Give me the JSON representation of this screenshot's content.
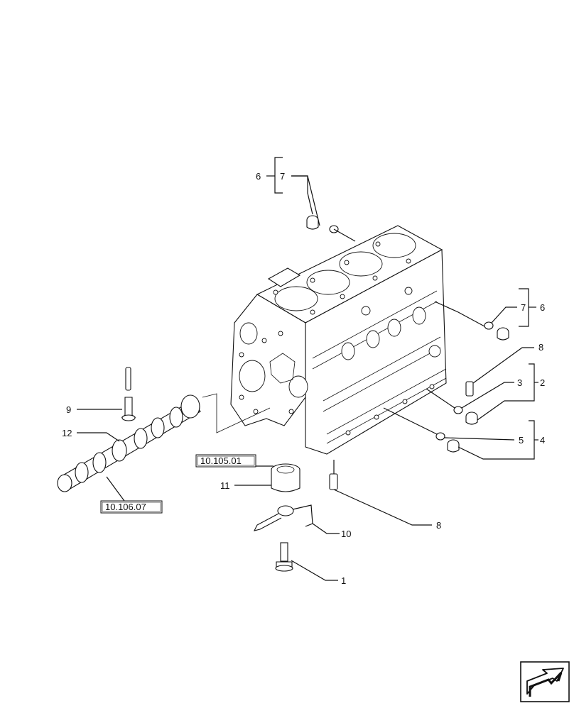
{
  "callouts": {
    "c1": "1",
    "c2": "2",
    "c3": "3",
    "c4": "4",
    "c5": "5",
    "c6_top": "6",
    "c7_top": "7",
    "c6_right": "6",
    "c7_right": "7",
    "c8_top": "8",
    "c8_bottom": "8",
    "c9": "9",
    "c10": "10",
    "c11": "11",
    "c12": "12"
  },
  "references": {
    "piston_ref": "10.105.01",
    "camshaft_ref": "10.106.07"
  },
  "icons": {
    "nav": "navigate-next-page-arrow-icon"
  }
}
